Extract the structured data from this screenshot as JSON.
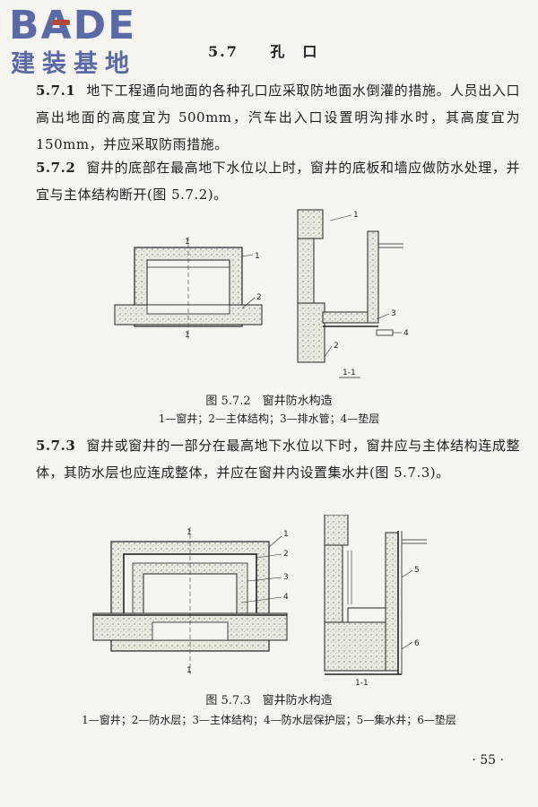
{
  "logo": {
    "word": "BADE",
    "sub": "建装基地"
  },
  "section": {
    "number": "5.7",
    "title": "孔　口"
  },
  "paragraphs": [
    {
      "num": "5.7.1",
      "text": "地下工程通向地面的各种孔口应采取防地面水倒灌的措施。人员出入口高出地面的高度宜为 500mm，汽车出入口设置明沟排水时，其高度宜为 150mm，并应采取防雨措施。"
    },
    {
      "num": "5.7.2",
      "text": "窗井的底部在最高地下水位以上时，窗井的底板和墙应做防水处理，并宜与主体结构断开(图 5.7.2)。"
    },
    {
      "num": "5.7.3",
      "text": "窗井或窗井的一部分在最高地下水位以下时，窗井应与主体结构连成整体，其防水层也应连成整体，并应在窗井内设置集水井(图 5.7.3)。"
    }
  ],
  "figures": [
    {
      "caption": "图 5.7.2　窗井防水构造",
      "legend": "1—窗井；2—主体结构；3—排水管；4—垫层",
      "labels": {
        "plan_1": "1",
        "plan_2": "2",
        "sec_1": "1",
        "sec_2": "2",
        "sec_3": "3",
        "sec_4": "4",
        "cut_top": "1",
        "cut_bottom": "1",
        "section_mark": "1-1"
      }
    },
    {
      "caption": "图 5.7.3　窗井防水构造",
      "legend": "1—窗井；2—防水层；3—主体结构；4—防水层保护层；5—集水井；6—垫层",
      "labels": {
        "plan_1": "1",
        "plan_2": "2",
        "plan_3": "3",
        "plan_4": "4",
        "sec_5": "5",
        "sec_6": "6",
        "cut_top": "1",
        "cut_bottom": "1",
        "section_mark": "1-1"
      }
    }
  ],
  "page_number": "· 55 ·"
}
